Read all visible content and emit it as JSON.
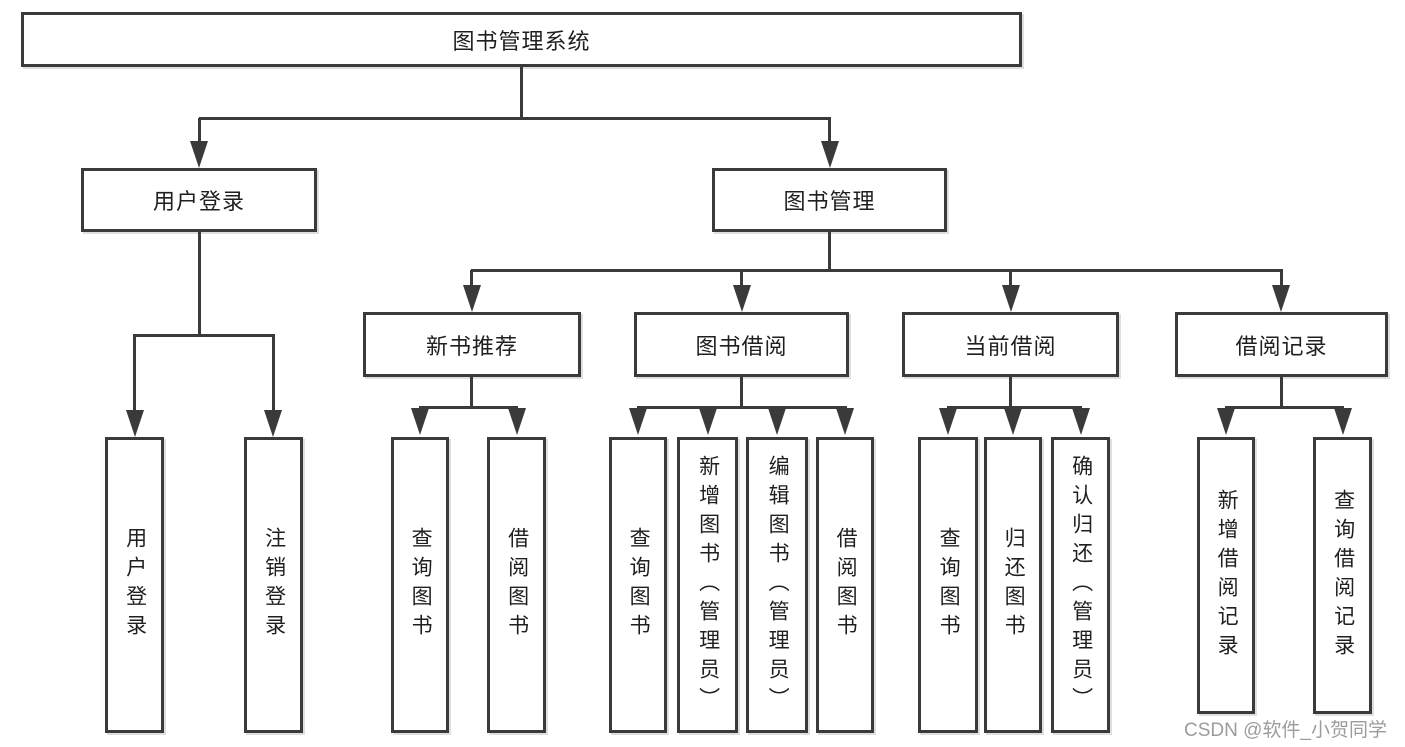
{
  "diagram": {
    "root": {
      "label": "图书管理系统"
    },
    "level2": {
      "user_login": {
        "label": "用户登录"
      },
      "book_management": {
        "label": "图书管理"
      }
    },
    "level3": {
      "new_book_recommend": {
        "label": "新书推荐"
      },
      "book_borrow": {
        "label": "图书借阅"
      },
      "current_borrow": {
        "label": "当前借阅"
      },
      "borrow_record": {
        "label": "借阅记录"
      }
    },
    "leaves": {
      "user_login": [
        "用户登录",
        "注销登录"
      ],
      "new_book_recommend": [
        "查询图书",
        "借阅图书"
      ],
      "book_borrow": [
        "查询图书",
        "新增图书（管理员）",
        "编辑图书（管理员）",
        "借阅图书"
      ],
      "current_borrow": [
        "查询图书",
        "归还图书",
        "确认归还（管理员）"
      ],
      "borrow_record": [
        "新增借阅记录",
        "查询借阅记录"
      ]
    },
    "watermark": "CSDN @软件_小贺同学",
    "colors": {
      "line": "#3a3a3a",
      "text": "#1f1f1f",
      "watermark": "#9c9c9c",
      "background": "#ffffff"
    }
  }
}
